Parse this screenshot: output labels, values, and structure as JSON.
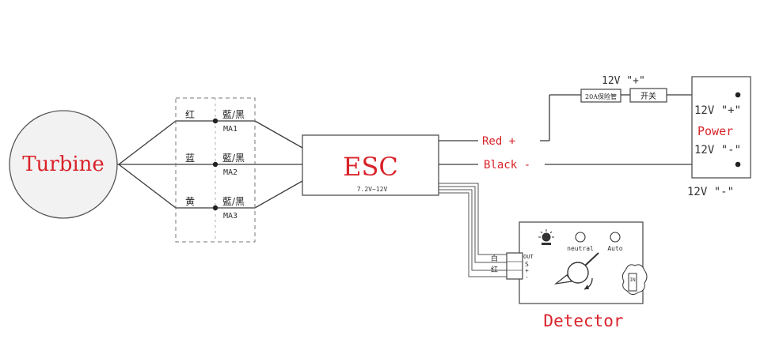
{
  "turbine": {
    "label": "Turbine"
  },
  "connector": {
    "rows": [
      {
        "left": "红",
        "right": "藍/黑",
        "code": "MA1"
      },
      {
        "left": "蓝",
        "right": "藍/黑",
        "code": "MA2"
      },
      {
        "left": "黄",
        "right": "藍/黑",
        "code": "MA3"
      }
    ]
  },
  "esc": {
    "label": "ESC",
    "voltage": "7.2V~12V"
  },
  "wires": {
    "red": "Red +",
    "black": "Black -"
  },
  "power_line": {
    "top_label": "12V \"+\"",
    "fuse": "20A保险管",
    "switch": "开关"
  },
  "power": {
    "plus": "12V \"+\"",
    "title": "Power",
    "minus": "12V \"-\"",
    "below": "12V \"-\""
  },
  "detector": {
    "title": "Detector",
    "neutral": "neutral",
    "auto": "Auto",
    "out_label": "OUT",
    "pins": [
      "S",
      "+",
      "-"
    ],
    "wire_labels": [
      "白",
      "红"
    ],
    "in_label": "IN"
  },
  "colors": {
    "label_red": "#d9232a",
    "line": "#3a3a3a",
    "shade": "#dadada"
  }
}
